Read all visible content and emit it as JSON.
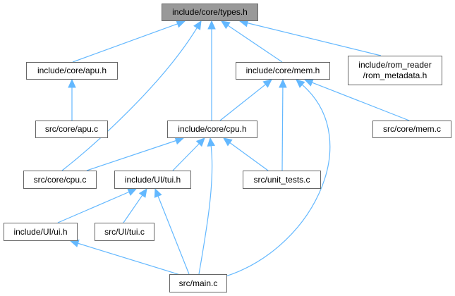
{
  "colors": {
    "edge": "#63b8ff",
    "border": "#666666",
    "root_fill": "#999999",
    "node_fill": "#ffffff"
  },
  "nodes": {
    "types_h": "include/core/types.h",
    "apu_h": "include/core/apu.h",
    "mem_h": "include/core/mem.h",
    "rom_metadata_h": [
      "include/rom_reader",
      "/rom_metadata.h"
    ],
    "apu_c": "src/core/apu.c",
    "cpu_h": "include/core/cpu.h",
    "mem_c": "src/core/mem.c",
    "cpu_c": "src/core/cpu.c",
    "tui_h": "include/UI/tui.h",
    "unit_tests_c": "src/unit_tests.c",
    "ui_h": "include/UI/ui.h",
    "tui_c": "src/UI/tui.c",
    "main_c": "src/main.c"
  },
  "edges": [
    [
      "apu_h",
      "types_h"
    ],
    [
      "mem_h",
      "types_h"
    ],
    [
      "rom_metadata_h",
      "types_h"
    ],
    [
      "cpu_h",
      "types_h"
    ],
    [
      "cpu_c",
      "types_h"
    ],
    [
      "apu_c",
      "apu_h"
    ],
    [
      "cpu_h",
      "mem_h"
    ],
    [
      "unit_tests_c",
      "mem_h"
    ],
    [
      "mem_c",
      "mem_h"
    ],
    [
      "main_c",
      "mem_h"
    ],
    [
      "cpu_c",
      "cpu_h"
    ],
    [
      "tui_h",
      "cpu_h"
    ],
    [
      "unit_tests_c",
      "cpu_h"
    ],
    [
      "main_c",
      "cpu_h"
    ],
    [
      "ui_h",
      "tui_h"
    ],
    [
      "tui_c",
      "tui_h"
    ],
    [
      "main_c",
      "tui_h"
    ],
    [
      "main_c",
      "ui_h"
    ]
  ]
}
